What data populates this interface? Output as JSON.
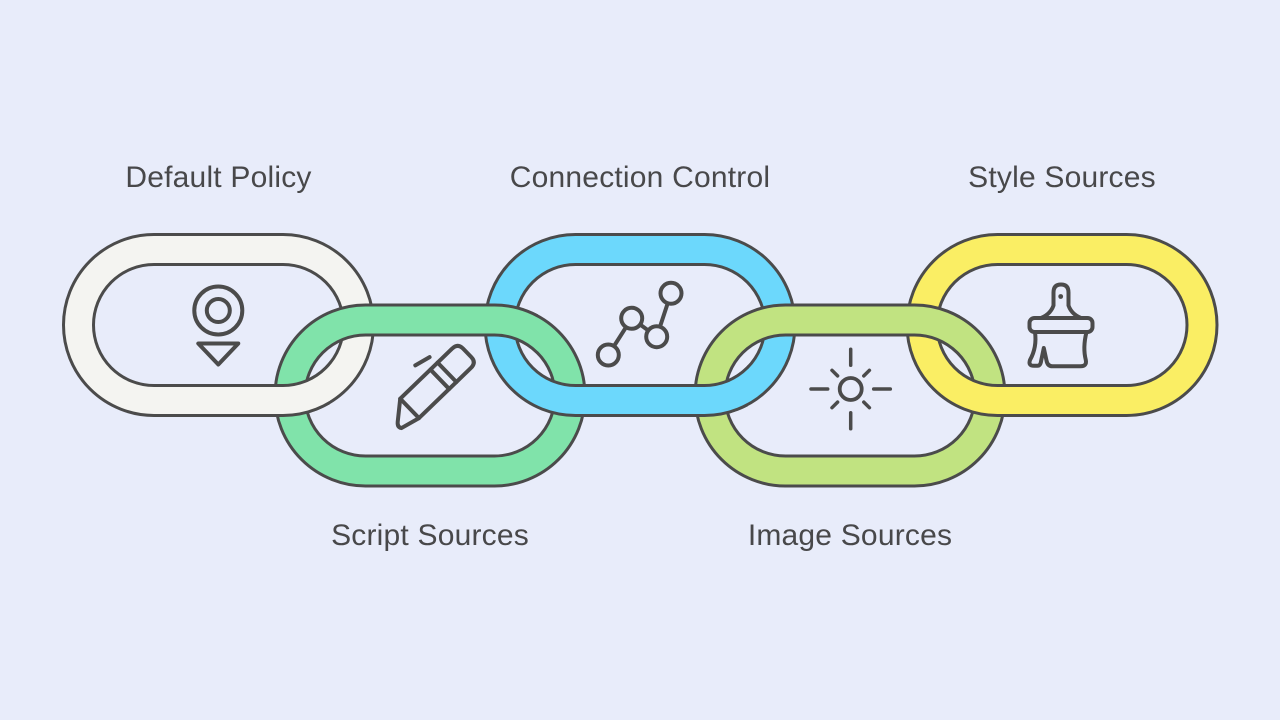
{
  "background_color": "#e8ecfa",
  "outline_color": "#4b4b4b",
  "text_color": "#48484a",
  "chain": {
    "description": "Five interlocking chain links, alternating top and bottom rows",
    "links": [
      {
        "id": "default-policy",
        "label": "Default Policy",
        "label_position": "top",
        "color": "#f4f4f1",
        "icon": "location-marker-icon"
      },
      {
        "id": "script-sources",
        "label": "Script Sources",
        "label_position": "bottom",
        "color": "#80e3aa",
        "icon": "marker-pen-icon"
      },
      {
        "id": "connection-control",
        "label": "Connection Control",
        "label_position": "top",
        "color": "#6cd8fc",
        "icon": "line-graph-icon"
      },
      {
        "id": "image-sources",
        "label": "Image Sources",
        "label_position": "bottom",
        "color": "#c1e381",
        "icon": "sun-icon"
      },
      {
        "id": "style-sources",
        "label": "Style Sources",
        "label_position": "top",
        "color": "#faee64",
        "icon": "paint-brush-icon"
      }
    ]
  }
}
